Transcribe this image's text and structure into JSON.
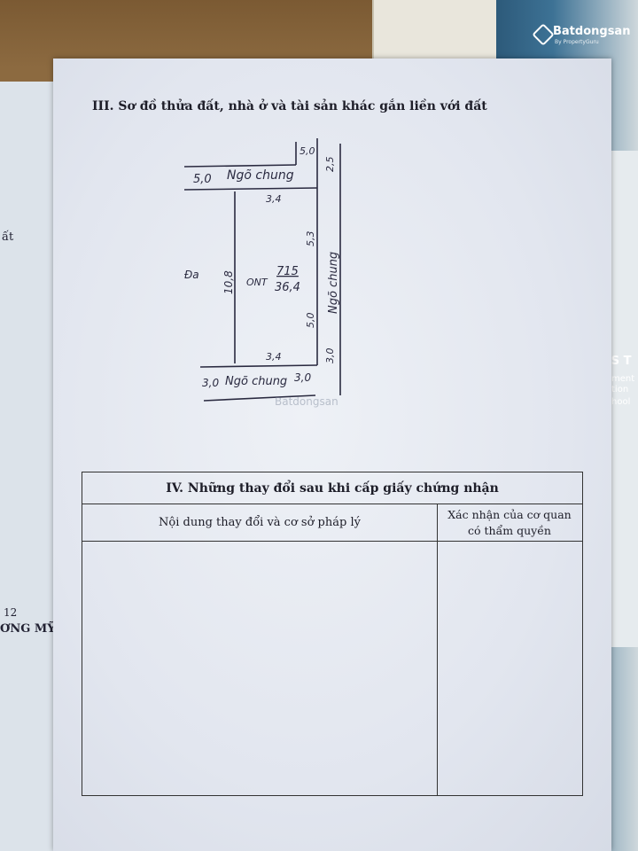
{
  "watermark": {
    "brand": "Batdongsan",
    "tagline": "By PropertyGuru"
  },
  "left_page": {
    "fragment_1": "ất",
    "fragment_2": "12",
    "fragment_3": "ƠNG MỸ"
  },
  "right_book": {
    "fragment_1": "CS T",
    "fragment_2": "ment",
    "fragment_3": "tion",
    "fragment_4": "hool"
  },
  "section3": {
    "title": "III. Sơ đồ thửa đất, nhà ở và tài sản khác gắn liền với đất"
  },
  "sketch": {
    "labels": {
      "top_alley_left": "5,0",
      "top_alley_name": "Ngõ chung",
      "top_corner": "5,0",
      "right_top": "2,5",
      "top_edge": "3,4",
      "left_edge": "10,8",
      "left_neighbor": "Đa",
      "land_code": "ONT",
      "parcel_no": "715",
      "area": "36,4",
      "right_edge_upper": "5,3",
      "right_edge_lower": "5,0",
      "right_alley_name": "Ngõ chung",
      "right_bottom": "3,0",
      "bottom_edge": "3,4",
      "bottom_alley_left": "3,0",
      "bottom_alley_name": "Ngõ chung",
      "bottom_alley_right": "3,0"
    }
  },
  "section4": {
    "title": "IV. Những thay đổi sau khi cấp giấy chứng nhận",
    "col1": "Nội dung thay đổi và cơ sở pháp lý",
    "col2_line1": "Xác nhận của cơ quan",
    "col2_line2": "có thẩm quyền"
  },
  "colors": {
    "page": "#e6e9f0",
    "ink": "#1d1d28",
    "brand_blue": "#2d5a7a"
  }
}
